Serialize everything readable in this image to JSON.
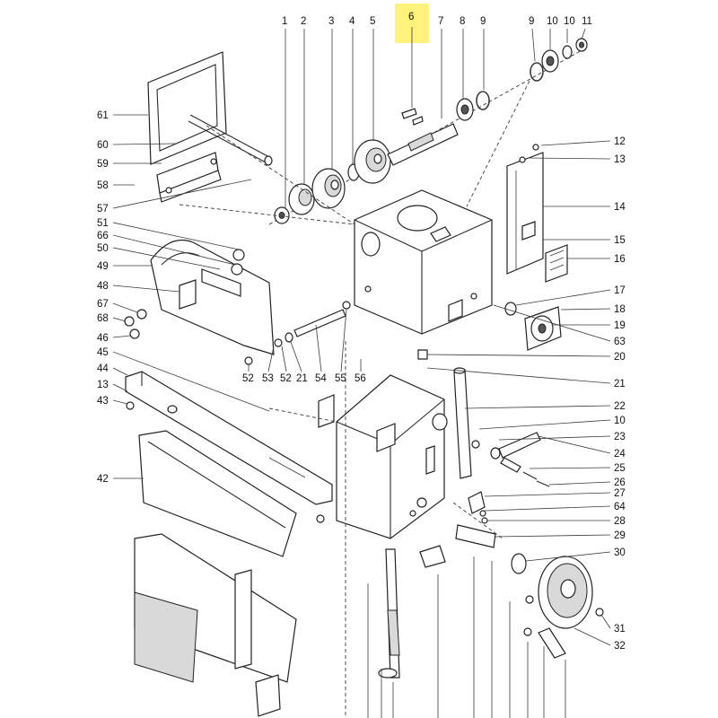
{
  "highlight": {
    "label": "6",
    "color": "#fff27a"
  },
  "callouts": {
    "c1": "1",
    "c2": "2",
    "c3": "3",
    "c4": "4",
    "c5": "5",
    "c7": "7",
    "c8": "8",
    "c9a": "9",
    "c9b": "9",
    "c10a": "10",
    "c11": "11",
    "c12": "12",
    "c13a": "13",
    "c14": "14",
    "c15": "15",
    "c16": "16",
    "c17": "17",
    "c18": "18",
    "c19": "19",
    "c63": "63",
    "c20": "20",
    "c21a": "21",
    "c22": "22",
    "c10b": "10",
    "c23": "23",
    "c24": "24",
    "c25": "25",
    "c26": "26",
    "c27": "27",
    "c64": "64",
    "c28": "28",
    "c29": "29",
    "c30": "30",
    "c31": "31",
    "c32": "32",
    "c61": "61",
    "c60": "60",
    "c59": "59",
    "c58": "58",
    "c57": "57",
    "c51": "51",
    "c66": "66",
    "c50": "50",
    "c49": "49",
    "c48": "48",
    "c67": "67",
    "c68": "68",
    "c46": "46",
    "c45": "45",
    "c44": "44",
    "c13b": "13",
    "c43": "43",
    "c42": "42",
    "c52a": "52",
    "c53": "53",
    "c52b": "52",
    "c21b": "21",
    "c54": "54",
    "c55": "55",
    "c56": "56"
  }
}
